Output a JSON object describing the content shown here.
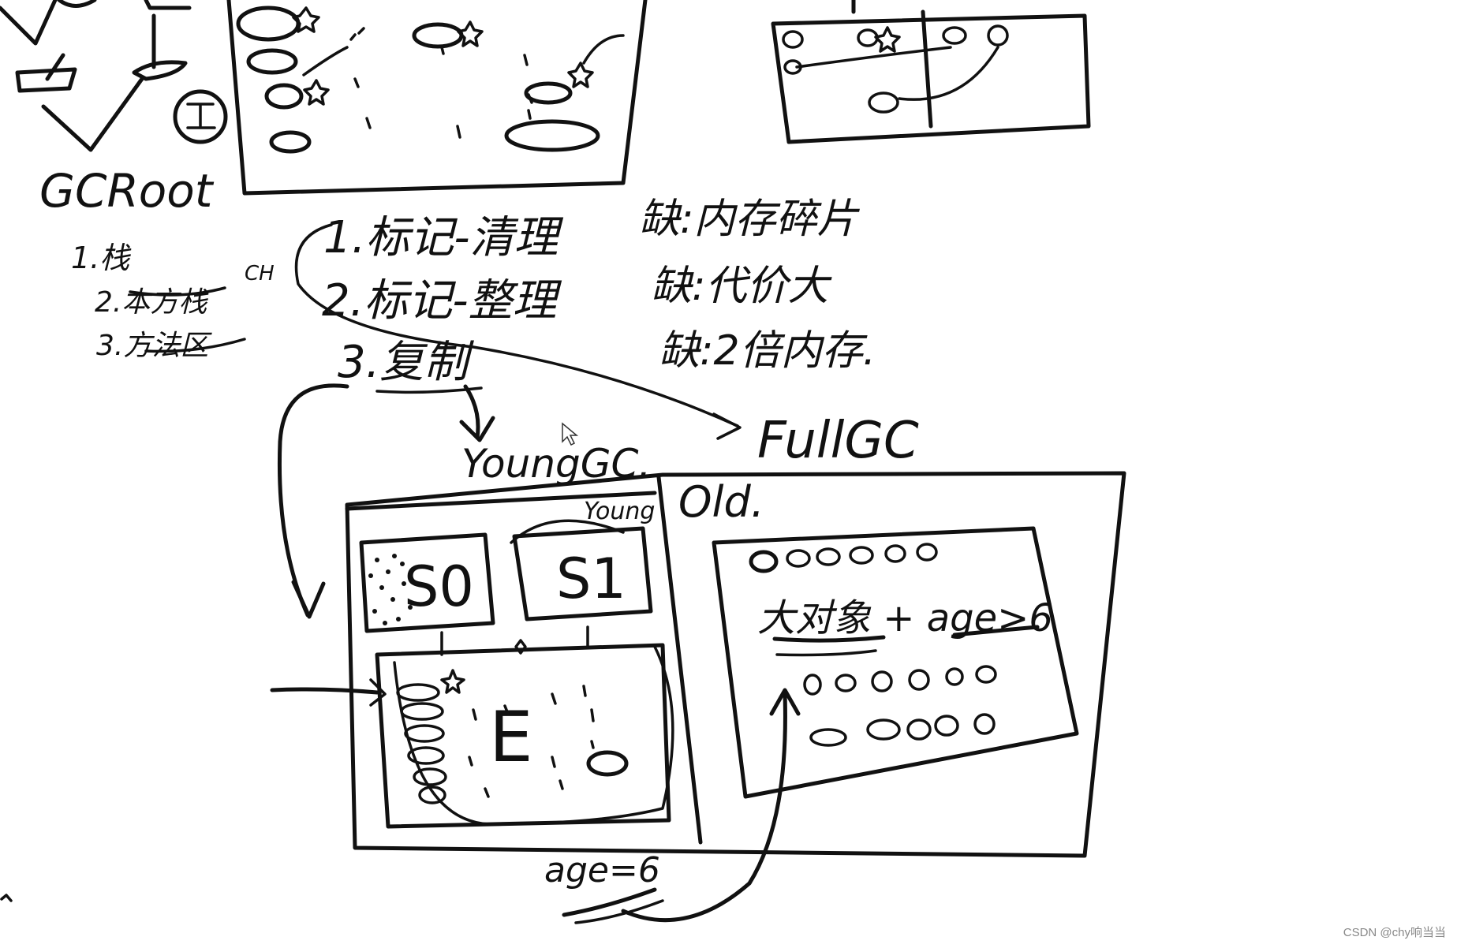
{
  "labels": {
    "gc_root": "GCRoot",
    "root_1": "1.栈",
    "root_2": "2.本方栈",
    "root_3": "3.方法区",
    "ch": "CH",
    "algo_1": "1.标记-清理",
    "algo_2": "2.标记-整理",
    "algo_3": "3.复制",
    "con_1": "缺:内存碎片",
    "con_2": "缺:代价大",
    "con_3": "缺:2倍内存.",
    "young_gc": "YoungGC.",
    "full_gc": "FullGC",
    "old": "Old.",
    "young": "Young",
    "s0": "S0",
    "s1": "S1",
    "eden": "E",
    "big_object": "大对象 + age>6",
    "age_eq": "age=6"
  },
  "watermark": "CSDN @chy响当当",
  "colors": {
    "ink": "#111111",
    "background": "#ffffff"
  }
}
